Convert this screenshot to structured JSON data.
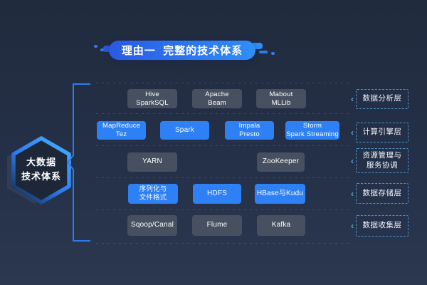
{
  "slide": {
    "title": "理由一  完整的技术体系",
    "badge": {
      "line1": "大数据",
      "line2": "技术体系"
    }
  },
  "layers": [
    {
      "name": "数据分析层",
      "label_lines": [
        "数据分析层"
      ],
      "style": "gray",
      "boxes": [
        [
          "Hive",
          "SparkSQL"
        ],
        [
          "Apache",
          "Beam"
        ],
        [
          "Mabout",
          "MLLib"
        ]
      ]
    },
    {
      "name": "计算引擎层",
      "label_lines": [
        "计算引擎层"
      ],
      "style": "blue",
      "boxes": [
        [
          "MapReduce",
          "Tez"
        ],
        [
          "Spark"
        ],
        [
          "Impala",
          "Presto"
        ],
        [
          "Storm",
          "Spark Streaming"
        ]
      ]
    },
    {
      "name": "资源管理与服务协调",
      "label_lines": [
        "资源管理与",
        "服务协调"
      ],
      "style": "gray",
      "boxes": [
        [
          "YARN"
        ],
        [
          "ZooKeeper"
        ]
      ]
    },
    {
      "name": "数据存储层",
      "label_lines": [
        "数据存储层"
      ],
      "style": "blue",
      "boxes": [
        [
          "序列化与",
          "文件格式"
        ],
        [
          "HDFS"
        ],
        [
          "HBase与Kudu"
        ]
      ]
    },
    {
      "name": "数据收集层",
      "label_lines": [
        "数据收集层"
      ],
      "style": "gray",
      "boxes": [
        [
          "Sqoop/Canal"
        ],
        [
          "Flume"
        ],
        [
          "Kafka"
        ]
      ]
    }
  ],
  "icons": {
    "chevron_left": "‹"
  },
  "colors": {
    "background_top": "#212b3d",
    "background_bottom": "#2b3850",
    "accent_blue": "#2e7bf0",
    "box_blue": "#2e80f5",
    "box_gray": "#475060",
    "title_gradient_start": "#2a5ae2",
    "title_gradient_end": "#2f8ef9",
    "label_dash": "#4b93c8",
    "text": "#ffffff"
  }
}
